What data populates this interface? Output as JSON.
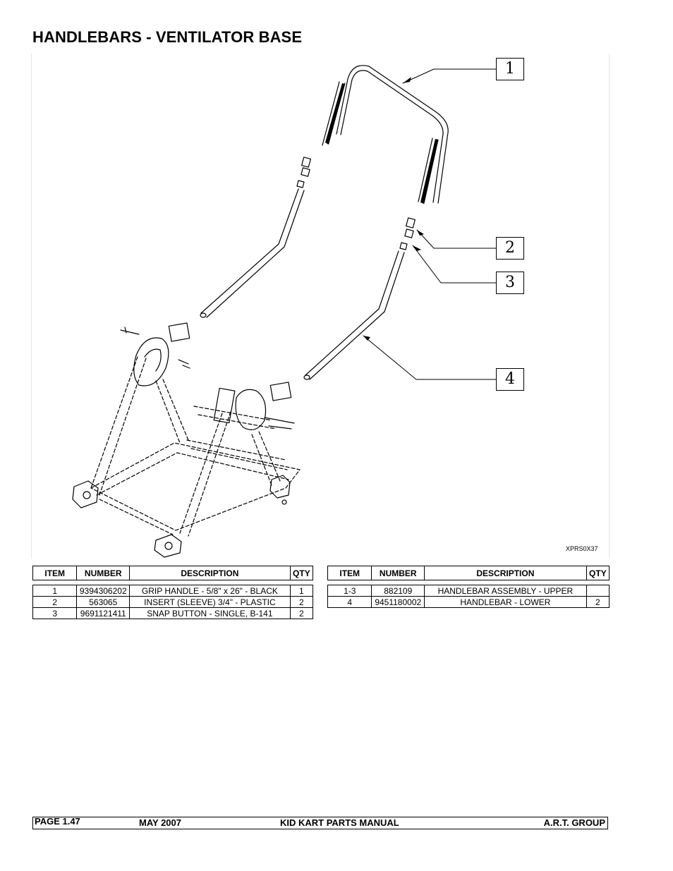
{
  "page": {
    "title": "HANDLEBARS - VENTILATOR BASE",
    "drawing_id": "XPRS0X37"
  },
  "callouts": [
    "1",
    "2",
    "3",
    "4"
  ],
  "parts_table_left": {
    "headers": [
      "ITEM",
      "NUMBER",
      "DESCRIPTION",
      "QTY"
    ],
    "rows": [
      [
        "1",
        "9394306202",
        "GRIP HANDLE - 5/8\" x 26\" - BLACK",
        "1"
      ],
      [
        "2",
        "563065",
        "INSERT (SLEEVE) 3/4\" - PLASTIC",
        "2"
      ],
      [
        "3",
        "9691121411",
        "SNAP BUTTON - SINGLE, B-141",
        "2"
      ]
    ]
  },
  "parts_table_right": {
    "headers": [
      "ITEM",
      "NUMBER",
      "DESCRIPTION",
      "QTY"
    ],
    "rows": [
      [
        "1-3",
        "882109",
        "HANDLEBAR ASSEMBLY - UPPER",
        ""
      ],
      [
        "4",
        "9451180002",
        "HANDLEBAR - LOWER",
        "2"
      ]
    ]
  },
  "footer": {
    "page": "PAGE  1.47",
    "date": "MAY 2007",
    "manual": "KID KART PARTS MANUAL",
    "group": "A.R.T. GROUP"
  }
}
